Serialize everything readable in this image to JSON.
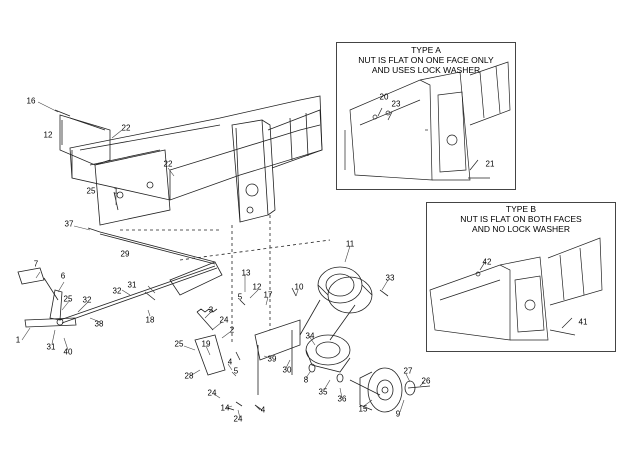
{
  "panels": {
    "type_a": {
      "title": "TYPE A",
      "line1": "NUT IS FLAT ON ONE FACE ONLY",
      "line2": "AND USES LOCK WASHER"
    },
    "type_b": {
      "title": "TYPE B",
      "line1": "NUT IS FLAT ON BOTH FACES",
      "line2": "AND NO LOCK WASHER"
    }
  },
  "callouts": [
    {
      "id": "c16",
      "text": "16"
    },
    {
      "id": "c12a",
      "text": "12"
    },
    {
      "id": "c22a",
      "text": "22"
    },
    {
      "id": "c22b",
      "text": "22"
    },
    {
      "id": "c25a",
      "text": "25"
    },
    {
      "id": "c1a",
      "text": "1"
    },
    {
      "id": "c37",
      "text": "37"
    },
    {
      "id": "c29",
      "text": "29"
    },
    {
      "id": "c7",
      "text": "7"
    },
    {
      "id": "c6",
      "text": "6"
    },
    {
      "id": "c25b",
      "text": "25"
    },
    {
      "id": "c32a",
      "text": "32"
    },
    {
      "id": "c32b",
      "text": "32"
    },
    {
      "id": "c31a",
      "text": "31"
    },
    {
      "id": "c38",
      "text": "38"
    },
    {
      "id": "c18",
      "text": "18"
    },
    {
      "id": "c1b",
      "text": "1"
    },
    {
      "id": "c31b",
      "text": "31"
    },
    {
      "id": "c40",
      "text": "40"
    },
    {
      "id": "c13",
      "text": "13"
    },
    {
      "id": "c12b",
      "text": "12"
    },
    {
      "id": "c5a",
      "text": "5"
    },
    {
      "id": "c17",
      "text": "17"
    },
    {
      "id": "c10",
      "text": "10"
    },
    {
      "id": "c11",
      "text": "11"
    },
    {
      "id": "c33",
      "text": "33"
    },
    {
      "id": "c3",
      "text": "3"
    },
    {
      "id": "c24a",
      "text": "24"
    },
    {
      "id": "c2",
      "text": "2"
    },
    {
      "id": "c25c",
      "text": "25"
    },
    {
      "id": "c19",
      "text": "19"
    },
    {
      "id": "c34",
      "text": "34"
    },
    {
      "id": "c39",
      "text": "39"
    },
    {
      "id": "c28",
      "text": "28"
    },
    {
      "id": "c4a",
      "text": "4"
    },
    {
      "id": "c5b",
      "text": "5"
    },
    {
      "id": "c30",
      "text": "30"
    },
    {
      "id": "c8",
      "text": "8"
    },
    {
      "id": "c24b",
      "text": "24"
    },
    {
      "id": "c14",
      "text": "14"
    },
    {
      "id": "c4b",
      "text": "4"
    },
    {
      "id": "c24c",
      "text": "24"
    },
    {
      "id": "c35",
      "text": "35"
    },
    {
      "id": "c36",
      "text": "36"
    },
    {
      "id": "c15",
      "text": "15"
    },
    {
      "id": "c27",
      "text": "27"
    },
    {
      "id": "c26",
      "text": "26"
    },
    {
      "id": "c9",
      "text": "9"
    },
    {
      "id": "c20",
      "text": "20"
    },
    {
      "id": "c23",
      "text": "23"
    },
    {
      "id": "c21",
      "text": "21"
    },
    {
      "id": "c42",
      "text": "42"
    },
    {
      "id": "c41",
      "text": "41"
    }
  ]
}
